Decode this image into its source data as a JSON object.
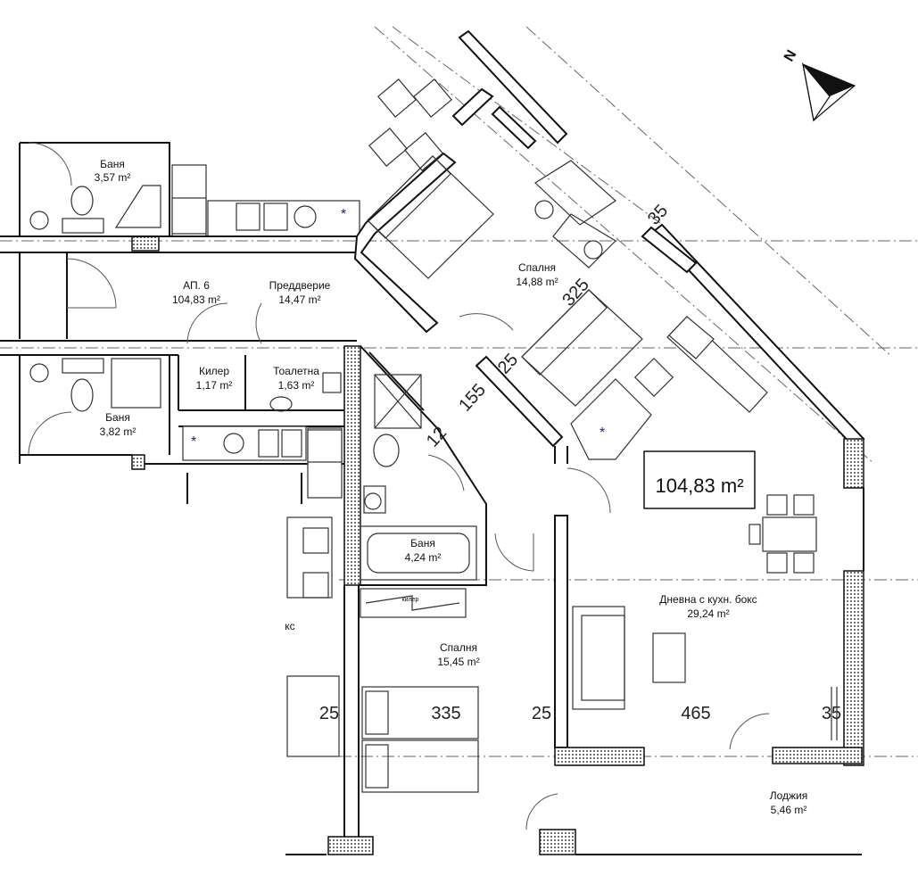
{
  "rooms": {
    "bath_top_left": {
      "name": "Баня",
      "area": "3,57 m²"
    },
    "apartment": {
      "name": "АП. 6",
      "area": "104,83 m²"
    },
    "hall": {
      "name": "Преддверие",
      "area": "14,47 m²"
    },
    "storage": {
      "name": "Килер",
      "area": "1,17 m²"
    },
    "toilet": {
      "name": "Тоалетна",
      "area": "1,63 m²"
    },
    "bath_left": {
      "name": "Баня",
      "area": "3,82 m²"
    },
    "bedroom_top": {
      "name": "Спалня",
      "area": "14,88 m²"
    },
    "bath_center": {
      "name": "Баня",
      "area": "4,24 m²"
    },
    "wardrobe": {
      "name": "килер"
    },
    "bedroom_bottom": {
      "name": "Спалня",
      "area": "15,45 m²"
    },
    "living": {
      "name": "Дневна с кухн. бокс",
      "area": "29,24 m²"
    },
    "loggia": {
      "name": "Лоджия",
      "area": "5,46 m²"
    },
    "neighbor_fragment": {
      "name": "кс"
    }
  },
  "total_area_box": "104,83 m²",
  "north_label": "N",
  "dimensions": {
    "d35_top": "35",
    "d325": "325",
    "d25_diag": "25",
    "d155": "155",
    "d12": "12",
    "d25_left": "25",
    "d335": "335",
    "d25_mid": "25",
    "d465": "465",
    "d35_right": "35"
  },
  "colors": {
    "wall_line": "#111111",
    "hatch": "#444444",
    "axis": "#666666",
    "marker": "#1a237e"
  }
}
